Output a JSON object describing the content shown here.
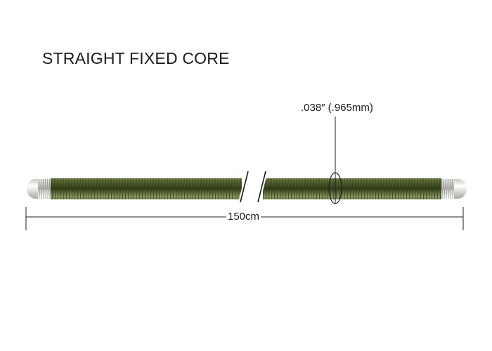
{
  "diagram": {
    "title": "STRAIGHT FIXED CORE",
    "diameter_label": ".038″ (.965mm)",
    "length_label": "150cm",
    "colors": {
      "coil": "#5a6a35",
      "coil_dark": "#3e4a22",
      "coil_light": "#8a9a5c",
      "tip": "#e6e6e0",
      "line": "#222222"
    }
  }
}
